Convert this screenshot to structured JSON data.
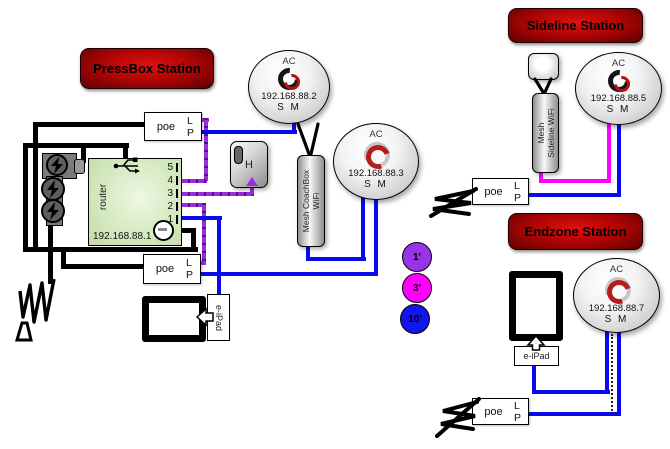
{
  "stations": {
    "pressbox": {
      "title": "PressBox Station"
    },
    "sideline": {
      "title": "Sideline Station"
    },
    "endzone": {
      "title": "Endzone Station"
    }
  },
  "router": {
    "label": "router",
    "ip": "192.168.88.1",
    "ports": [
      "5",
      "4",
      "3",
      "2",
      "1"
    ]
  },
  "poe": {
    "label": "poe",
    "lan": "L",
    "power": "P"
  },
  "aps": {
    "ap2": {
      "label": "AC",
      "ip": "192.168.88.2",
      "ports": "S M"
    },
    "ap3": {
      "label": "AC",
      "ip": "192.168.88.3",
      "ports": "S M"
    },
    "ap5": {
      "label": "AC",
      "ip": "192.168.88.5",
      "ports": "S M"
    },
    "ap7": {
      "label": "AC",
      "ip": "192.168.88.7",
      "ports": "S M"
    }
  },
  "mesh": {
    "coachbox": {
      "line1": "Mesh CoachBox",
      "line2": "WiFi"
    },
    "sideline": {
      "line1": "Mesh",
      "line2": "Sideline WiFi"
    }
  },
  "devices": {
    "hub": "H",
    "eipad": "e-iPad"
  },
  "legend": [
    {
      "label": "1'",
      "color": "#9933e6"
    },
    {
      "label": "3'",
      "color": "#ff00ff"
    },
    {
      "label": "10'",
      "color": "#1414ee"
    }
  ],
  "colors": {
    "cable_1ft": "#9b2ae0",
    "cable_3ft": "#ff00ff",
    "cable_10ft": "#0a0af0",
    "power_cable": "#000000",
    "station_label": "#b30505",
    "router_fill": "#d9ecc6"
  },
  "icons": {
    "usb": "usb-icon",
    "bolt": "lightning-bolt-icon",
    "plug": "power-plug-icon"
  }
}
